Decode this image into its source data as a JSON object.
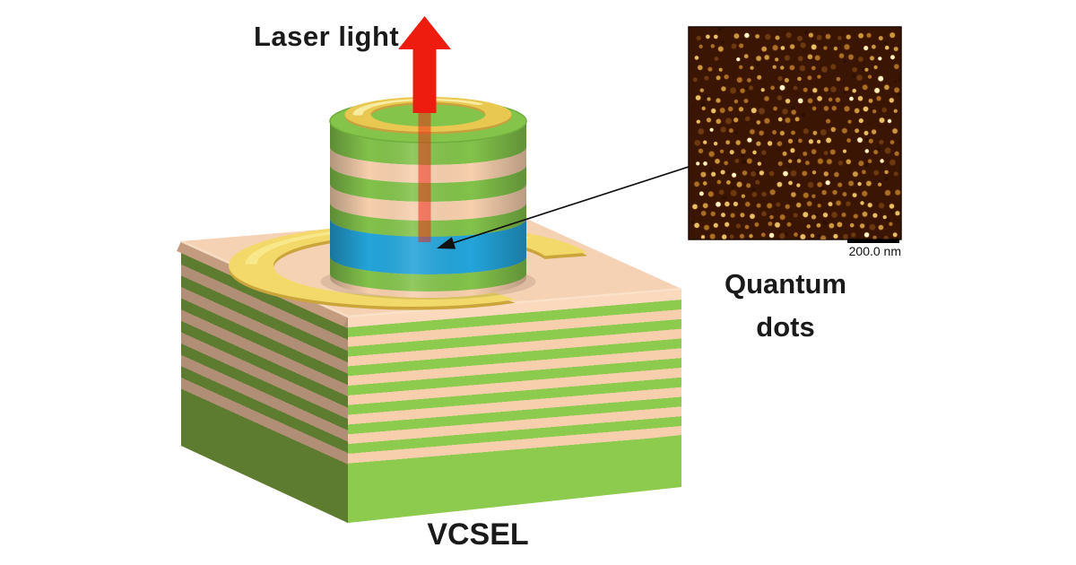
{
  "labels": {
    "laser_light": "Laser light",
    "quantum_dots": "Quantum dots",
    "vcsel": "VCSEL"
  },
  "inset": {
    "scale_bar": "200.0 nm"
  },
  "colors": {
    "mirror_green": "#8CCB4E",
    "mirror_peach": "#F7CFAD",
    "shaded_green": "#5E7C30",
    "shaded_tan": "#B18E76",
    "top_face_peach": "#F6D2B4",
    "electrode_gold": "#F2D969",
    "active_layer_blue": "#23A4DA",
    "laser_red": "#EE1B0F",
    "afm_background": "#3A1503",
    "afm_dot_bright": "#FBF0BC"
  }
}
